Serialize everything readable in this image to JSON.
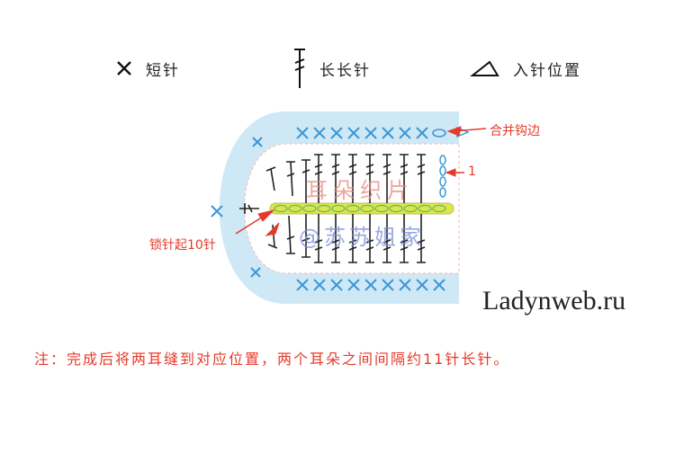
{
  "legend": {
    "sc": {
      "label": "短针",
      "icon": "x-stitch-icon"
    },
    "dtr": {
      "label": "长长针",
      "icon": "double-treble-icon"
    },
    "position": {
      "label": "入针位置",
      "icon": "triangle-insert-icon"
    }
  },
  "annotations": {
    "join": "合并钩边",
    "row1": "1",
    "chain": "锁针起10针"
  },
  "watermarks": {
    "cn_red": "耳朵织片",
    "cn_blue": "@苏苏姐家",
    "site": "Ladynweb.ru"
  },
  "note": "注：完成后将两耳缝到对应位置，两个耳朵之间间隔约11针长针。",
  "colors": {
    "light_blue": "#cfe8f6",
    "stitch_blue": "#3a97d6",
    "chain_green": "#d8e84a",
    "red": "#e53a2a"
  }
}
